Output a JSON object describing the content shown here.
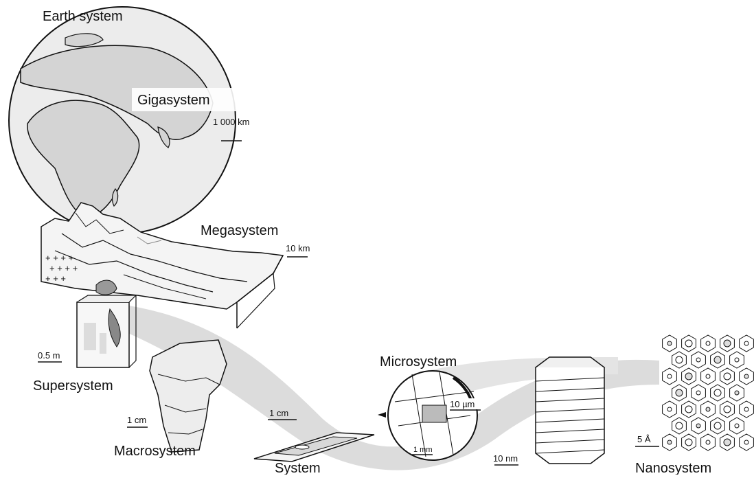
{
  "labels": {
    "earth_system": "Earth system",
    "gigasystem": "Gigasystem",
    "megasystem": "Megasystem",
    "supersystem": "Supersystem",
    "macrosystem": "Macrosystem",
    "system": "System",
    "microsystem": "Microsystem",
    "nanosystem": "Nanosystem"
  },
  "scales": {
    "gigasystem": "1 000 km",
    "megasystem": "10 km",
    "supersystem": "0.5 m",
    "macrosystem": "1 cm",
    "system": "1 cm",
    "microsystem_main": "10 µm",
    "microsystem_inset": "1 mm",
    "nano_stack": "10 nm",
    "nanosystem": "5 Å"
  },
  "colors": {
    "ink": "#111111",
    "globe_fill": "#ececec",
    "land_fill": "#d8d8d8",
    "flow_band": "#d9d9d9",
    "background": "#ffffff"
  }
}
